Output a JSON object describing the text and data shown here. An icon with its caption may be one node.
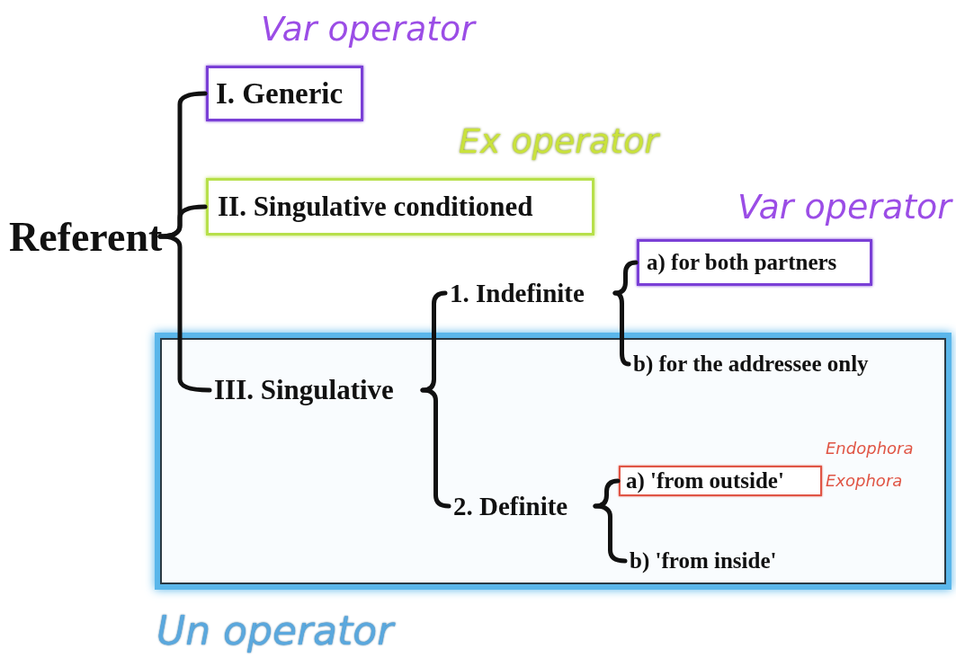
{
  "diagram": {
    "nodes": [
      {
        "text": [
          "Referent"
        ]
      },
      {
        "text": [
          "I. Generic"
        ],
        "beside": [
          "Var operator"
        ]
      },
      {
        "text": [
          "II. Singulative conditioned"
        ],
        "beside": [
          "Ex operator"
        ]
      },
      {
        "text": [
          "1. Indefinite"
        ]
      },
      {
        "text": [
          "a) for both partners"
        ],
        "beside": [
          "Var operator"
        ]
      },
      {
        "text": [],
        "shape": "box",
        "beside": [
          "Un operator"
        ]
      },
      {
        "text": [
          "III. Singulative"
        ],
        "in": 5
      },
      {
        "text": [
          "b) for the addressee only"
        ],
        "in": 5
      },
      {
        "text": [
          "2. Definite"
        ],
        "in": 5
      },
      {
        "text": [
          "a) 'from outside'"
        ],
        "in": 5,
        "beside": [
          "Endophora",
          "Exophora"
        ]
      },
      {
        "text": [
          "b) 'from inside'"
        ],
        "in": 5
      }
    ],
    "edges": [
      {
        "from": 0,
        "to": 1,
        "arrow": "none"
      },
      {
        "from": 0,
        "to": 2,
        "arrow": "none"
      },
      {
        "from": 0,
        "to": 6,
        "arrow": "none"
      },
      {
        "from": 6,
        "to": 3,
        "arrow": "none"
      },
      {
        "from": 6,
        "to": 8,
        "arrow": "none"
      },
      {
        "from": 3,
        "to": 4,
        "arrow": "none"
      },
      {
        "from": 3,
        "to": 7,
        "arrow": "none"
      },
      {
        "from": 8,
        "to": 9,
        "arrow": "none"
      },
      {
        "from": 8,
        "to": 10,
        "arrow": "none"
      }
    ]
  }
}
